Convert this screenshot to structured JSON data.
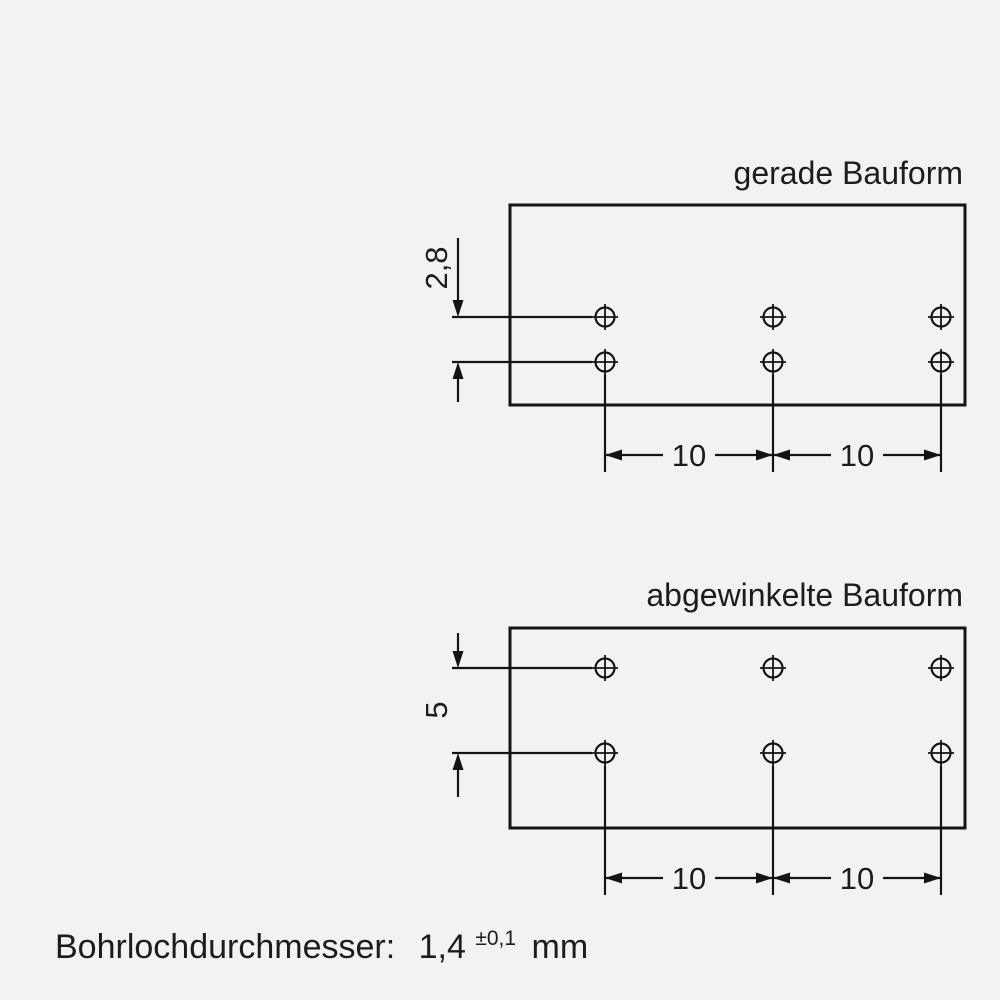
{
  "page": {
    "background": "#f2f2f2",
    "line_color": "#141414",
    "text_color": "#1c1c1c"
  },
  "diagrams": {
    "straight": {
      "title": "gerade Bauform",
      "vertical_dimension": "2,8",
      "horizontal_dimensions": [
        "10",
        "10"
      ],
      "hole_pattern": {
        "rows": 2,
        "columns": 3
      }
    },
    "angled": {
      "title": "abgewinkelte Bauform",
      "vertical_dimension": "5",
      "horizontal_dimensions": [
        "10",
        "10"
      ],
      "hole_pattern": {
        "rows": 2,
        "columns": 3
      }
    }
  },
  "caption": {
    "label": "Bohrlochdurchmesser:",
    "value": "1,4",
    "tolerance": "±0,1",
    "unit": "mm"
  }
}
